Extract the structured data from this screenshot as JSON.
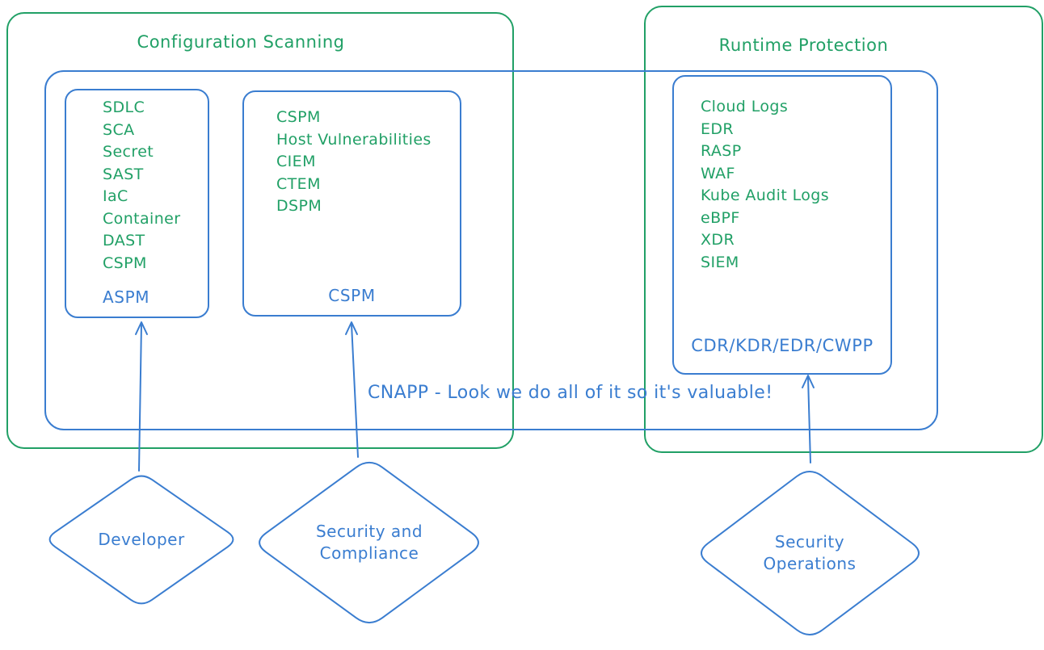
{
  "colors": {
    "green": "#21a066",
    "blue": "#3a7dd0"
  },
  "groups": [
    {
      "title": "Configuration Scanning"
    },
    {
      "title": "Runtime Protection"
    }
  ],
  "cnapp": {
    "note": "CNAPP - Look we do all of it so it's valuable!"
  },
  "boxes": [
    {
      "label": "ASPM",
      "items": [
        "SDLC",
        "SCA",
        "Secret",
        "SAST",
        "IaC",
        "Container",
        "DAST",
        "CSPM"
      ]
    },
    {
      "label": "CSPM",
      "items": [
        "CSPM",
        "Host Vulnerabilities",
        "CIEM",
        "CTEM",
        "DSPM"
      ]
    },
    {
      "label": "CDR/KDR/EDR/CWPP",
      "items": [
        "Cloud Logs",
        "EDR",
        "RASP",
        "WAF",
        "Kube Audit Logs",
        "eBPF",
        "XDR",
        "SIEM"
      ]
    }
  ],
  "actors": [
    {
      "label": "Developer"
    },
    {
      "label": "Security and\nCompliance"
    },
    {
      "label": "Security\nOperations"
    }
  ],
  "connections": [
    {
      "from": "Developer",
      "to": "ASPM"
    },
    {
      "from": "Security and Compliance",
      "to": "CSPM"
    },
    {
      "from": "Security Operations",
      "to": "CDR/KDR/EDR/CWPP"
    }
  ]
}
